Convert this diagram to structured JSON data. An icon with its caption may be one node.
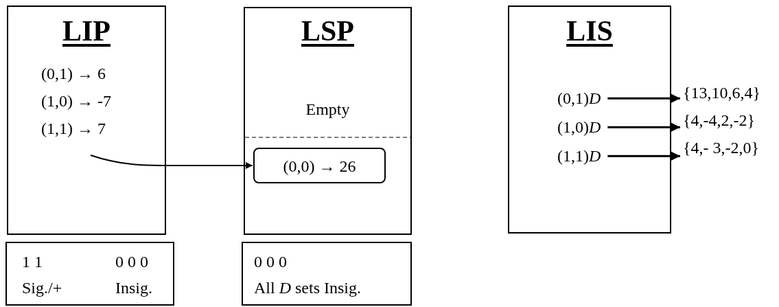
{
  "diagram": {
    "nodes": [
      {
        "text": [
          "LIP",
          "(0,1) → 6",
          "(1,0) → -7",
          "(1,1) → 7"
        ]
      },
      {
        "text": [
          "1 1",
          "0 0 0",
          "Sig./+",
          "Insig."
        ]
      },
      {
        "text": [
          "LSP",
          "Empty"
        ]
      },
      {
        "text": [
          "(0,0) → 26"
        ],
        "in": 2
      },
      {
        "text": [
          "0 0 0",
          "All *D* sets Insig."
        ]
      },
      {
        "text": [
          "LIS"
        ]
      },
      {
        "text": [
          "(0,1)*D*"
        ],
        "in": 5
      },
      {
        "text": [
          "(1,0)*D*"
        ],
        "in": 5
      },
      {
        "text": [
          "(1,1)*D*"
        ],
        "in": 5
      },
      {
        "text": [
          "{13,10,6,4}"
        ]
      },
      {
        "text": [
          "{4,-4,2,-2}"
        ]
      },
      {
        "text": [
          "{4,- 3,-2,0}"
        ]
      }
    ],
    "edges": [
      {
        "from": 0,
        "to": 3,
        "arrow": "to"
      },
      {
        "from": 6,
        "to": 9,
        "arrow": "to"
      },
      {
        "from": 7,
        "to": 10,
        "arrow": "to"
      },
      {
        "from": 8,
        "to": 11,
        "arrow": "to"
      }
    ]
  }
}
